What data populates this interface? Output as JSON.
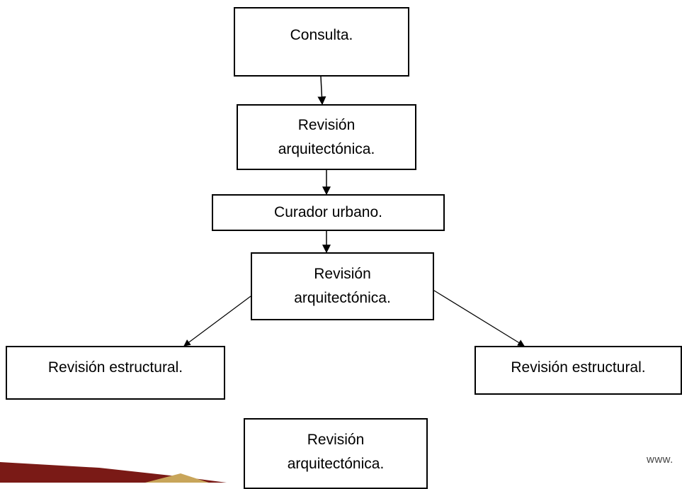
{
  "nodes": {
    "consulta": "Consulta.",
    "revision_arq_1": [
      "Revisión",
      "arquitectónica."
    ],
    "curador": "Curador urbano.",
    "revision_arq_2": [
      "Revisión",
      "arquitectónica."
    ],
    "revision_est_left": "Revisión estructural.",
    "revision_est_right": "Revisión estructural.",
    "revision_arq_3": [
      "Revisión",
      "arquitectónica."
    ]
  },
  "footer": {
    "url": "www."
  },
  "colors": {
    "stroke": "#000000",
    "swoosh_dark": "#7a1a16",
    "swoosh_gold": "#c8a55a"
  }
}
